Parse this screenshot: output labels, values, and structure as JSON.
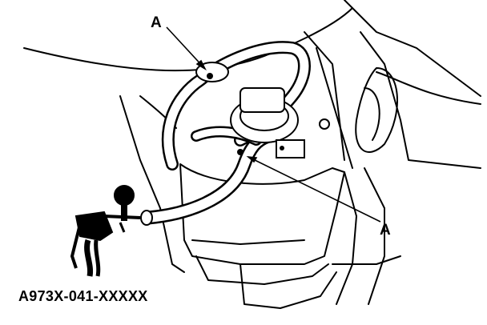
{
  "diagram": {
    "callouts": [
      "A",
      "A"
    ],
    "tool_part_number": "A973X-041-XXXXX",
    "colors": {
      "ink": "#000000",
      "paper": "#ffffff"
    }
  }
}
